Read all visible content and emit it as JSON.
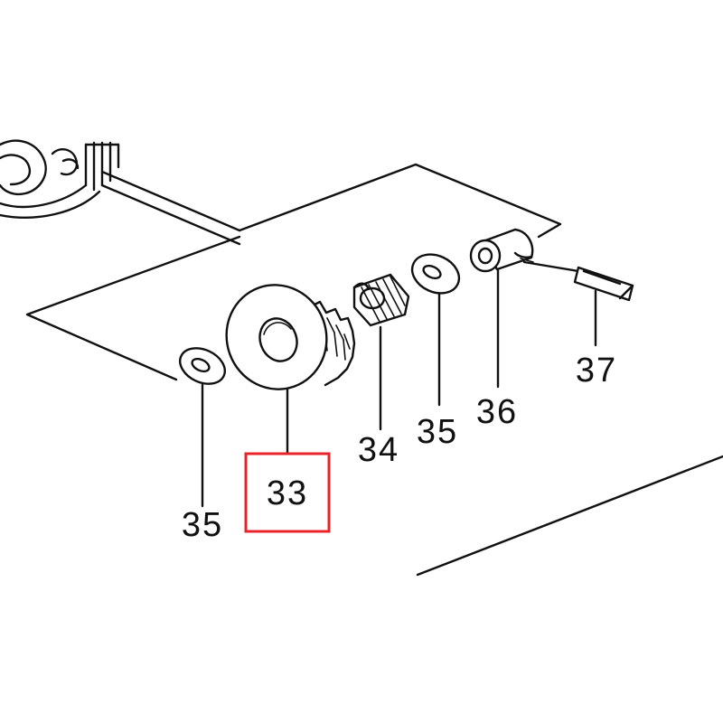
{
  "labels": {
    "part_33": "33",
    "part_34": "34",
    "part_35_left": "35",
    "part_35_right": "35",
    "part_36": "36",
    "part_37": "37"
  },
  "highlight": {
    "part": "33",
    "color": "#e8242a"
  },
  "parts": [
    {
      "number": "33",
      "icon": "gear-icon"
    },
    {
      "number": "34",
      "icon": "needle-bearing-icon"
    },
    {
      "number": "35",
      "icon": "washer-icon"
    },
    {
      "number": "36",
      "icon": "collar-icon"
    },
    {
      "number": "37",
      "icon": "key-pin-icon"
    }
  ]
}
